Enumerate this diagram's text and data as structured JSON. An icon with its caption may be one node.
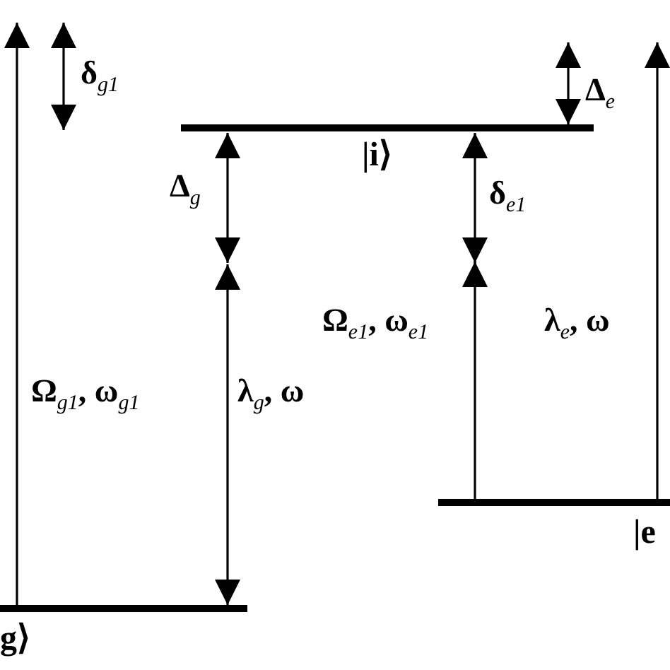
{
  "diagram": {
    "nodes": [
      {
        "text": [
          "|i⟩"
        ]
      },
      {
        "text": [
          "g⟩"
        ]
      },
      {
        "text": [
          "|e"
        ]
      }
    ],
    "edges": [
      {
        "from": 1,
        "to": null,
        "arrow": "to",
        "label": "Ω$_{g1}$, ω$_{g1}$"
      },
      {
        "from": null,
        "to": 1,
        "arrow": "both",
        "label": "λ$_{g}$, ω"
      },
      {
        "from": 2,
        "to": null,
        "arrow": "to",
        "label": "Ω$_{e1}$, ω$_{e1}$"
      },
      {
        "from": 2,
        "to": null,
        "arrow": "to",
        "label": "λ$_{e}$, ω"
      },
      {
        "from": null,
        "to": 0,
        "arrow": "both",
        "label": "Δ$_{e}$"
      },
      {
        "from": 0,
        "to": null,
        "arrow": "both",
        "label": "Δ$_{g}$"
      },
      {
        "from": 0,
        "to": null,
        "arrow": "both",
        "label": "δ$_{e1}$"
      }
    ],
    "labels": [
      "δ$_{g1}$"
    ]
  }
}
